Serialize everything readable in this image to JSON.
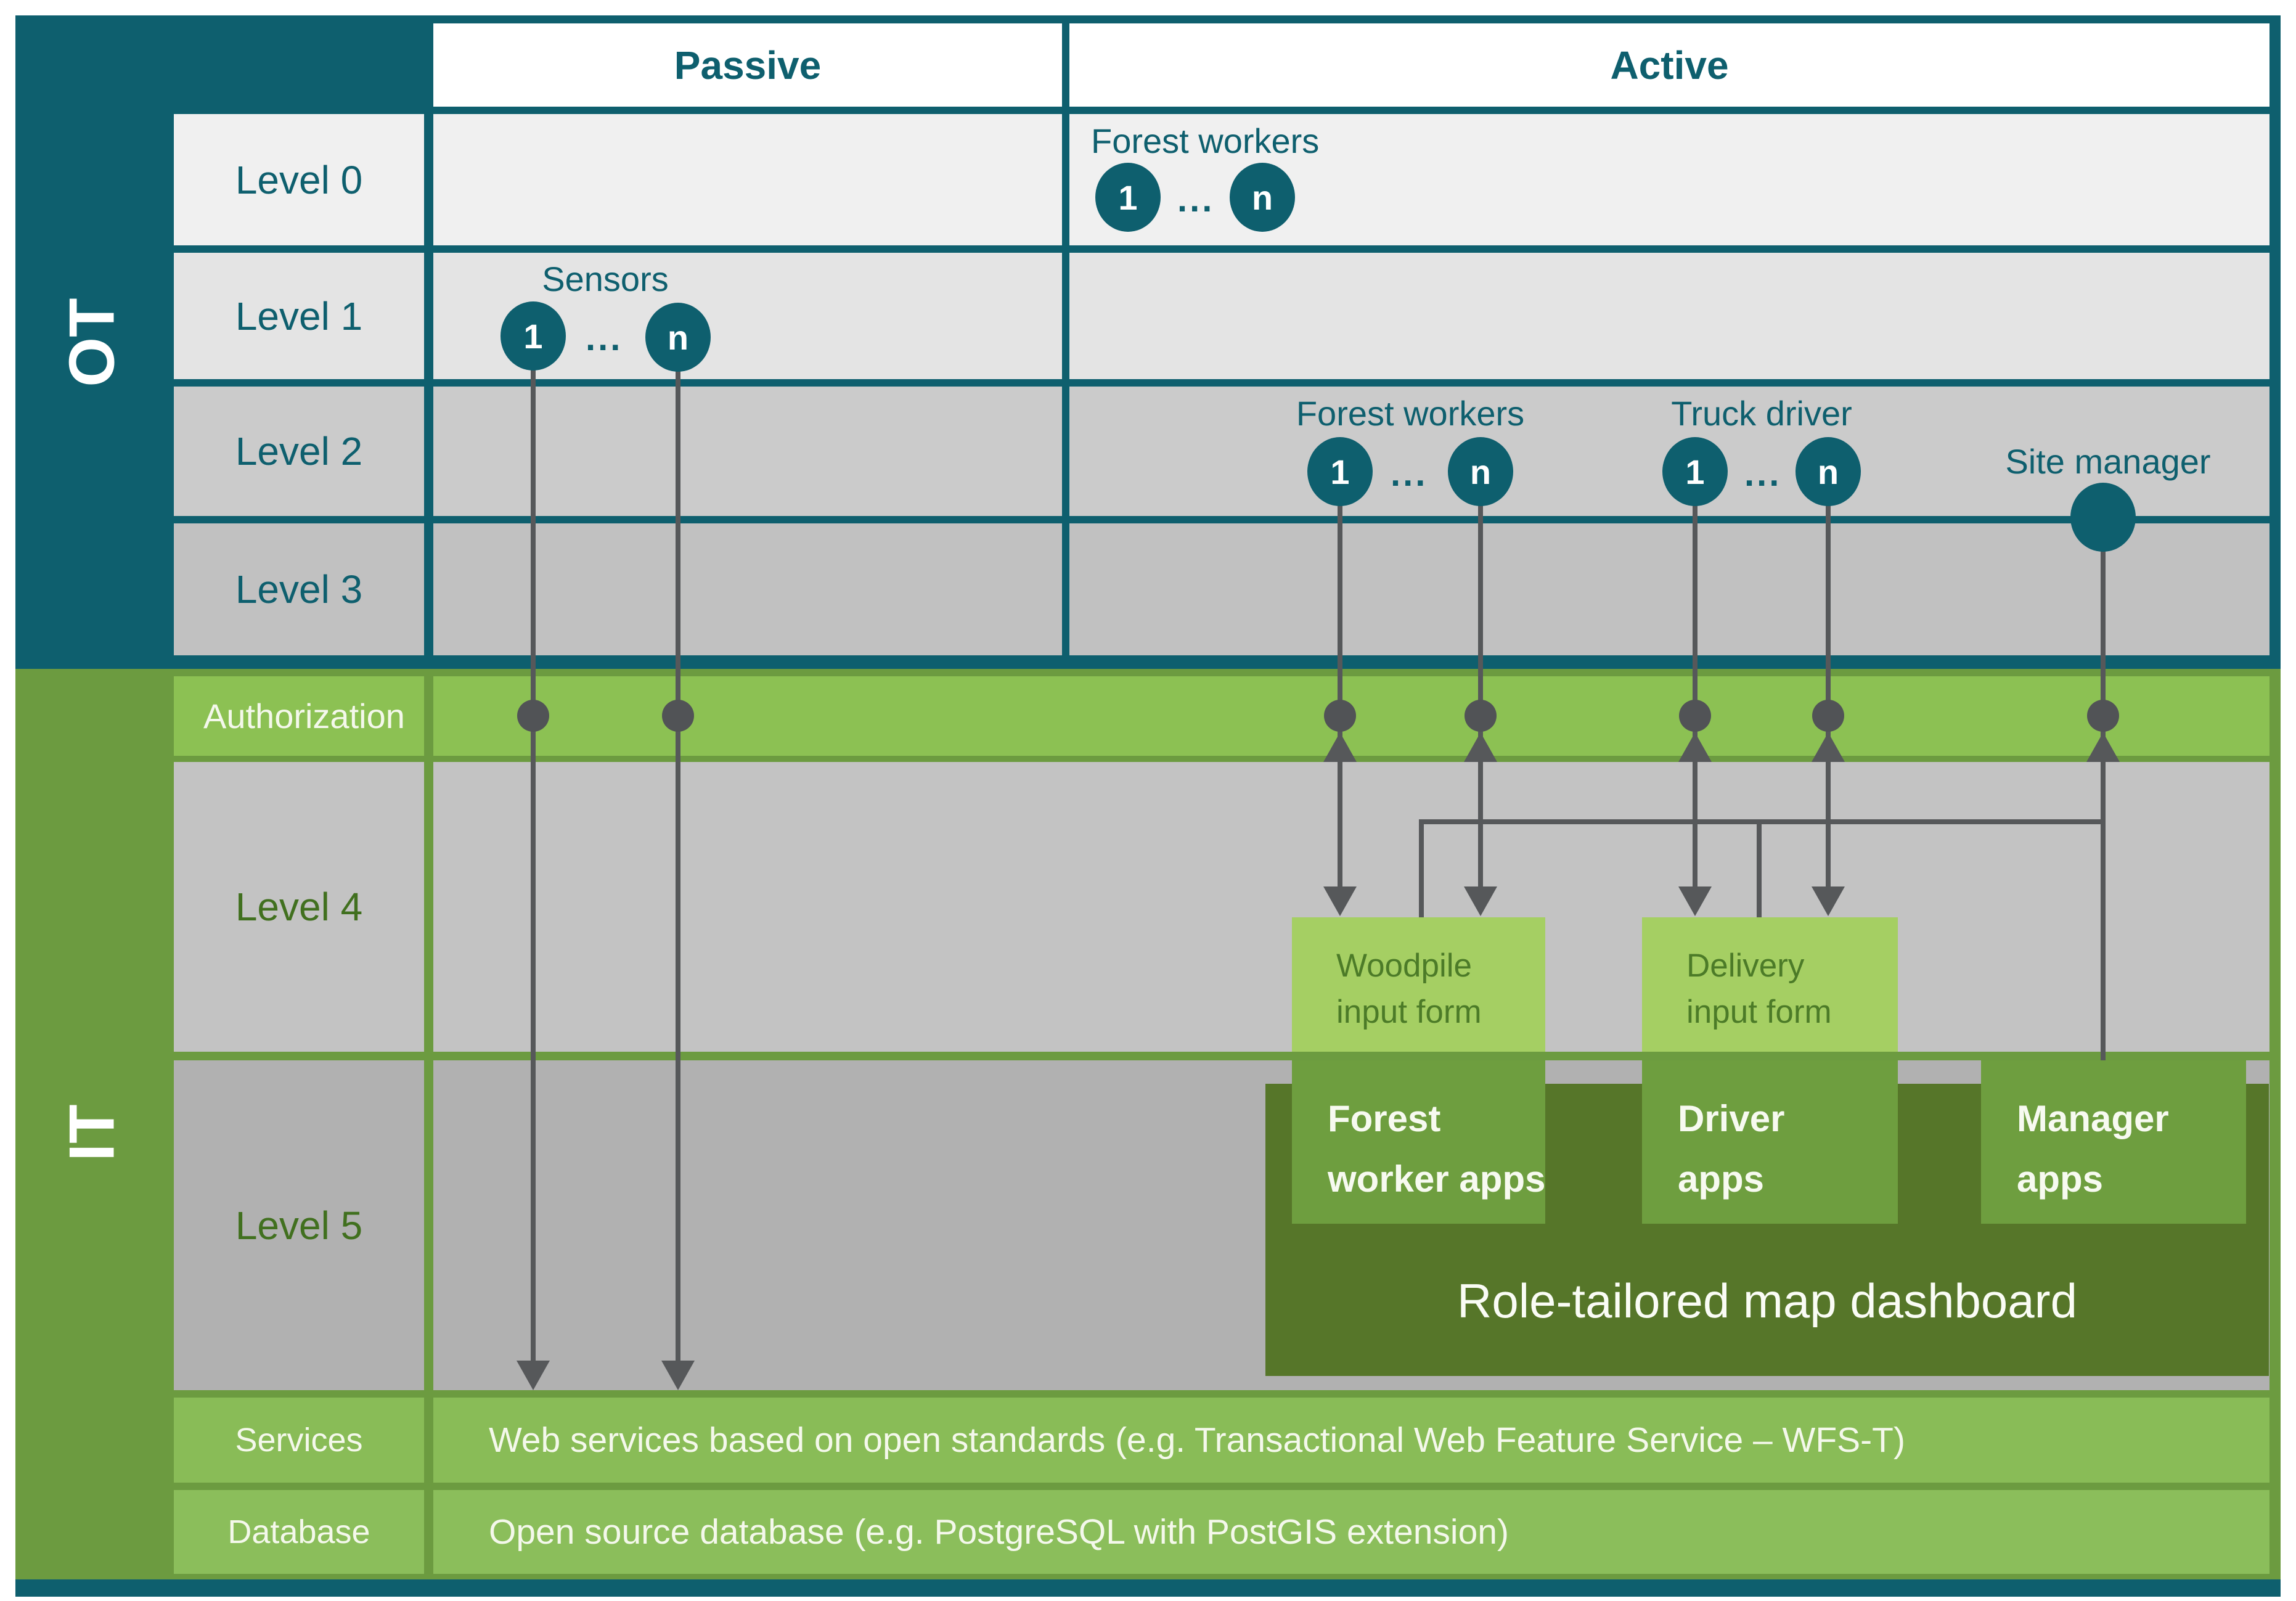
{
  "sidebar": {
    "ot": "OT",
    "it": "IT"
  },
  "header": {
    "passive": "Passive",
    "active": "Active"
  },
  "ot_levels": [
    "Level 0",
    "Level 1",
    "Level 2",
    "Level 3"
  ],
  "it": {
    "authorization": "Authorization",
    "level4": "Level 4",
    "level5": "Level 5",
    "services_label": "Services",
    "services_text": "Web services based on open standards (e.g. Transactional Web Feature Service – WFS-T)",
    "database_label": "Database",
    "database_text": "Open source database (e.g. PostgreSQL with PostGIS extension)"
  },
  "actors": {
    "sensors": {
      "label": "Sensors",
      "first": "1",
      "dots": "...",
      "last": "n"
    },
    "forest_workers_l0": {
      "label": "Forest workers",
      "first": "1",
      "dots": "...",
      "last": "n"
    },
    "forest_workers_l2": {
      "label": "Forest workers",
      "first": "1",
      "dots": "...",
      "last": "n"
    },
    "truck_driver": {
      "label": "Truck driver",
      "first": "1",
      "dots": "...",
      "last": "n"
    },
    "site_manager": {
      "label": "Site manager"
    }
  },
  "boxes": {
    "woodpile_form": {
      "line1": "Woodpile",
      "line2": "input form"
    },
    "delivery_form": {
      "line1": "Delivery",
      "line2": "input form"
    },
    "forest_worker_apps": {
      "line1": "Forest",
      "line2": "worker apps"
    },
    "driver_apps": {
      "line1": "Driver",
      "line2": "apps"
    },
    "manager_apps": {
      "line1": "Manager",
      "line2": "apps"
    },
    "dashboard": "Role-tailored map dashboard"
  },
  "colors": {
    "teal": "#0E5F6E",
    "it_green": "#6C9B40",
    "authorization_green": "#8CC153",
    "services_green": "#89BC57",
    "database_green": "#8BBE5B",
    "form_green": "#A5CF63",
    "app_green": "#6E9E3F",
    "dashboard_green": "#567629",
    "level0_gray": "#F0F0F0",
    "level1_gray": "#E4E4E4",
    "level2_gray": "#CBCBCB",
    "level3_gray": "#C1C1C1",
    "level4_gray": "#C3C3C3",
    "level5_gray": "#B1B1B1",
    "line_gray": "#56585A"
  }
}
